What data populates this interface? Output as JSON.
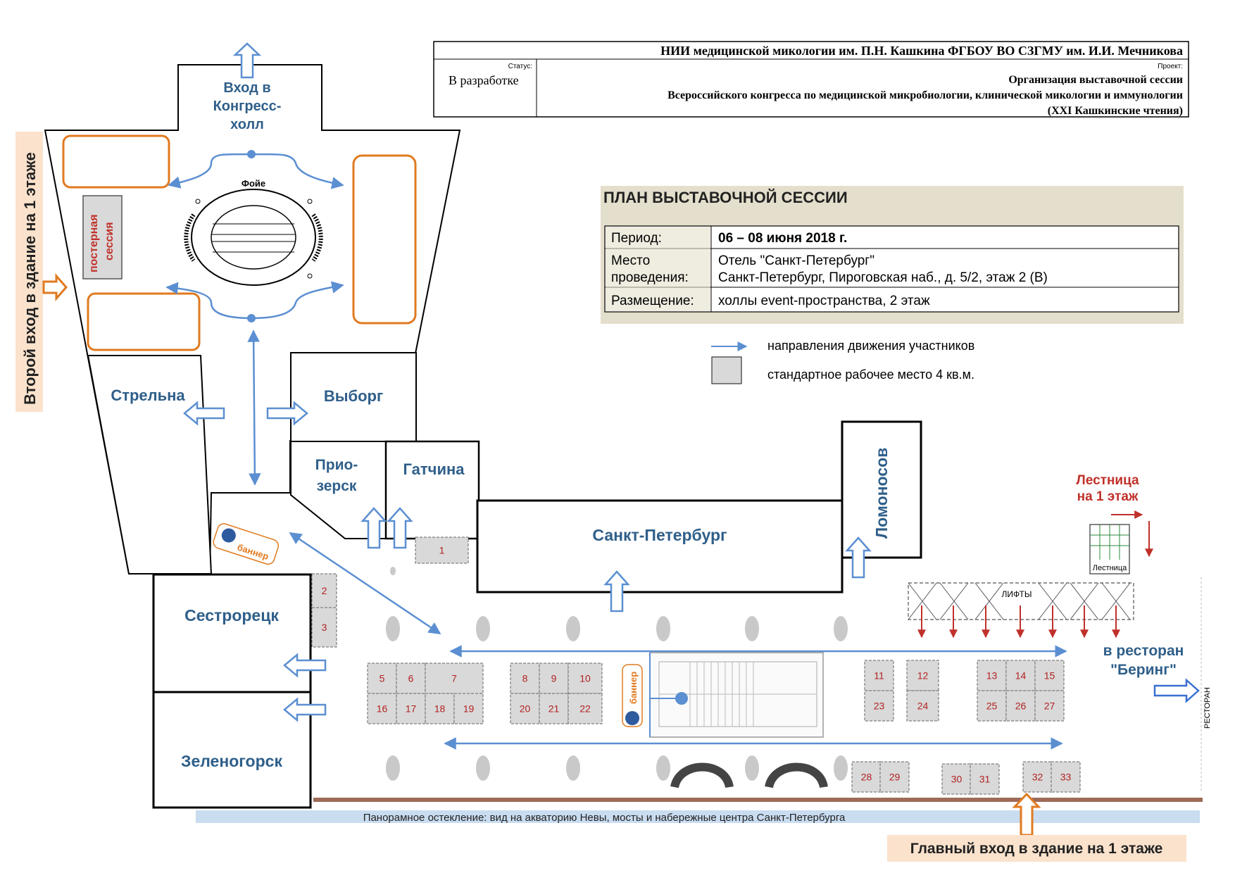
{
  "header": {
    "institute": "НИИ медицинской микологии им. П.Н. Кашкина ФГБОУ ВО СЗГМУ им. И.И. Мечникова",
    "status_caption": "Статус:",
    "status_value": "В разработке",
    "project_caption": "Проект:",
    "project_line1": "Организация выставочной сессии",
    "project_line2": "Всероссийского конгресса по медицинской микробиологии, клинической микологии  и иммунологии",
    "project_line3": "(XXI Кашкинские чтения)"
  },
  "info": {
    "title": "ПЛАН ВЫСТАВОЧНОЙ СЕССИИ",
    "period_label": "Период:",
    "period_value": "06 – 08 июня 2018 г.",
    "place_label_1": "Место",
    "place_label_2": "проведения:",
    "place_value_1": "Отель \"Санкт-Петербург\"",
    "place_value_2": "Санкт-Петербург, Пироговская наб., д. 5/2, этаж 2 (В)",
    "placement_label": "Размещение:",
    "placement_value": "холлы event-пространства, 2 этаж"
  },
  "legend": {
    "arrow_text": "направления движения участников",
    "booth_text": "стандартное рабочее место 4 кв.м."
  },
  "labels": {
    "entrance_congress_1": "Вход в",
    "entrance_congress_2": "Конгресс-",
    "entrance_congress_3": "холл",
    "second_entrance": "Второй вход в здание на 1 этаже",
    "poster_1": "постерная",
    "poster_2": "сессия",
    "foyer": "Фойе",
    "strelna": "Стрельна",
    "vyborg": "Выборг",
    "priozersk_1": "Прио-",
    "priozersk_2": "зерск",
    "gatchina": "Гатчина",
    "lomonosov": "Ломоносов",
    "spb": "Санкт-Петербург",
    "sestroretsk": "Сестрорецк",
    "zelenogorsk": "Зеленогорск",
    "stairs_1": "Лестница",
    "stairs_2": "на 1 этаж",
    "stairs_small": "Лестница",
    "lifts": "ЛИФТЫ",
    "restaurant_1": "в ресторан",
    "restaurant_2": "\"Беринг\"",
    "restaurant_vertical": "РЕСТОРАН",
    "banner": "баннер",
    "panorama": "Панорамное остекление: вид на акваторию Невы, мосты и набережные центра Санкт-Петербурга",
    "main_entrance": "Главный вход в здание на 1 этаже"
  },
  "booths": [
    "1",
    "2",
    "3",
    "5",
    "6",
    "7",
    "16",
    "17",
    "18",
    "19",
    "8",
    "9",
    "10",
    "20",
    "21",
    "22",
    "11",
    "12",
    "23",
    "24",
    "13",
    "14",
    "15",
    "25",
    "26",
    "27",
    "28",
    "29",
    "30",
    "31",
    "32",
    "33"
  ],
  "colors": {
    "hall_text": "#2f5f8a",
    "arrow": "#5b8fd1",
    "orange": "#e07a1f",
    "red": "#c0302a",
    "booth_fill": "#d9d9d9",
    "info_bg": "#e4dfcc",
    "glass": "#c9dcf0",
    "entrance_bg": "#fbe2cc"
  }
}
